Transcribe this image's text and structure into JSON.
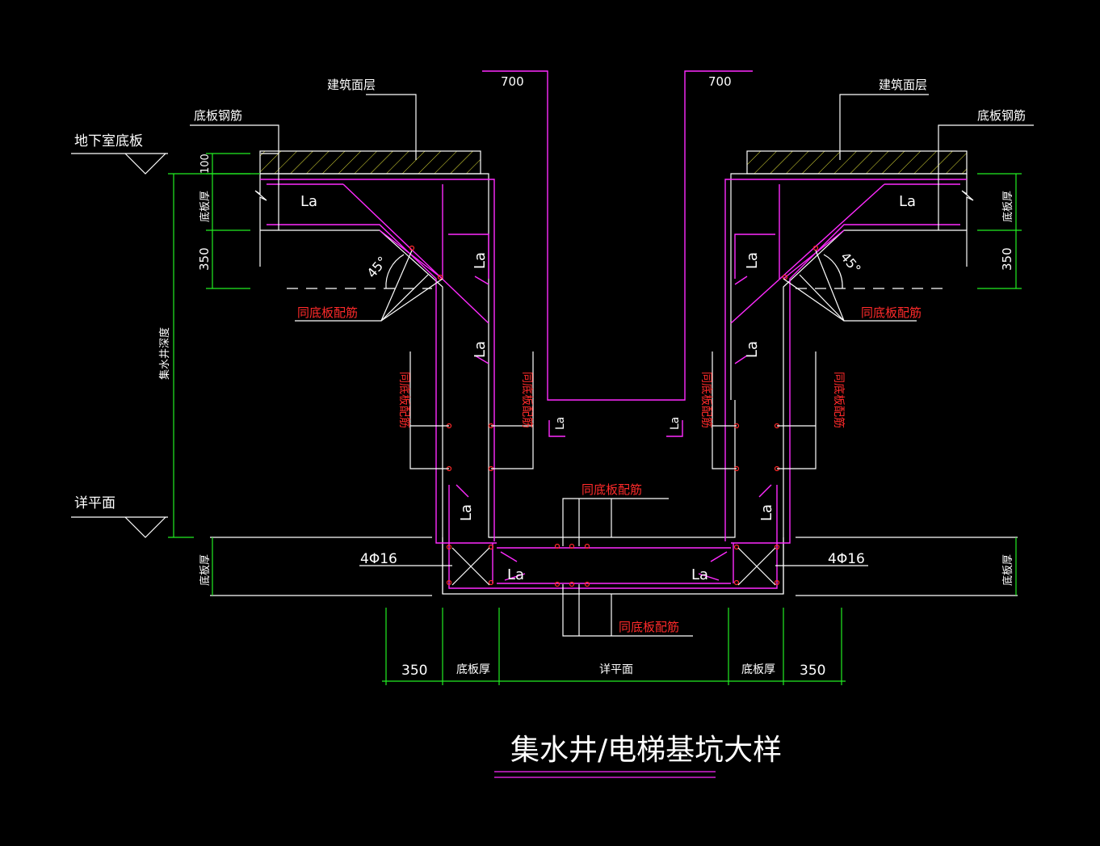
{
  "colors": {
    "background": "#000000",
    "line": "#ffffff",
    "rebar": "#ff2bff",
    "dimension": "#22ee22",
    "hatch": "#e6e63a",
    "note": "#ff2a2a"
  },
  "labels": {
    "building_finish": "建筑面层",
    "slab_rebar": "底板钢筋",
    "basement_slab": "地下室底板",
    "detail_plan": "详平面",
    "pit_depth": "集水井深度",
    "slab_thickness": "底板厚",
    "same_as_slab": "同底板配筋",
    "anchor": "La",
    "angle": "45°",
    "bars": "4Φ16"
  },
  "dims": {
    "top_left": "700",
    "top_right": "700",
    "cover": "100",
    "offset_left": "350",
    "offset_right": "350",
    "bottom": [
      "350",
      "底板厚",
      "详平面",
      "底板厚",
      "350"
    ]
  },
  "title": "集水井/电梯基坑大样"
}
